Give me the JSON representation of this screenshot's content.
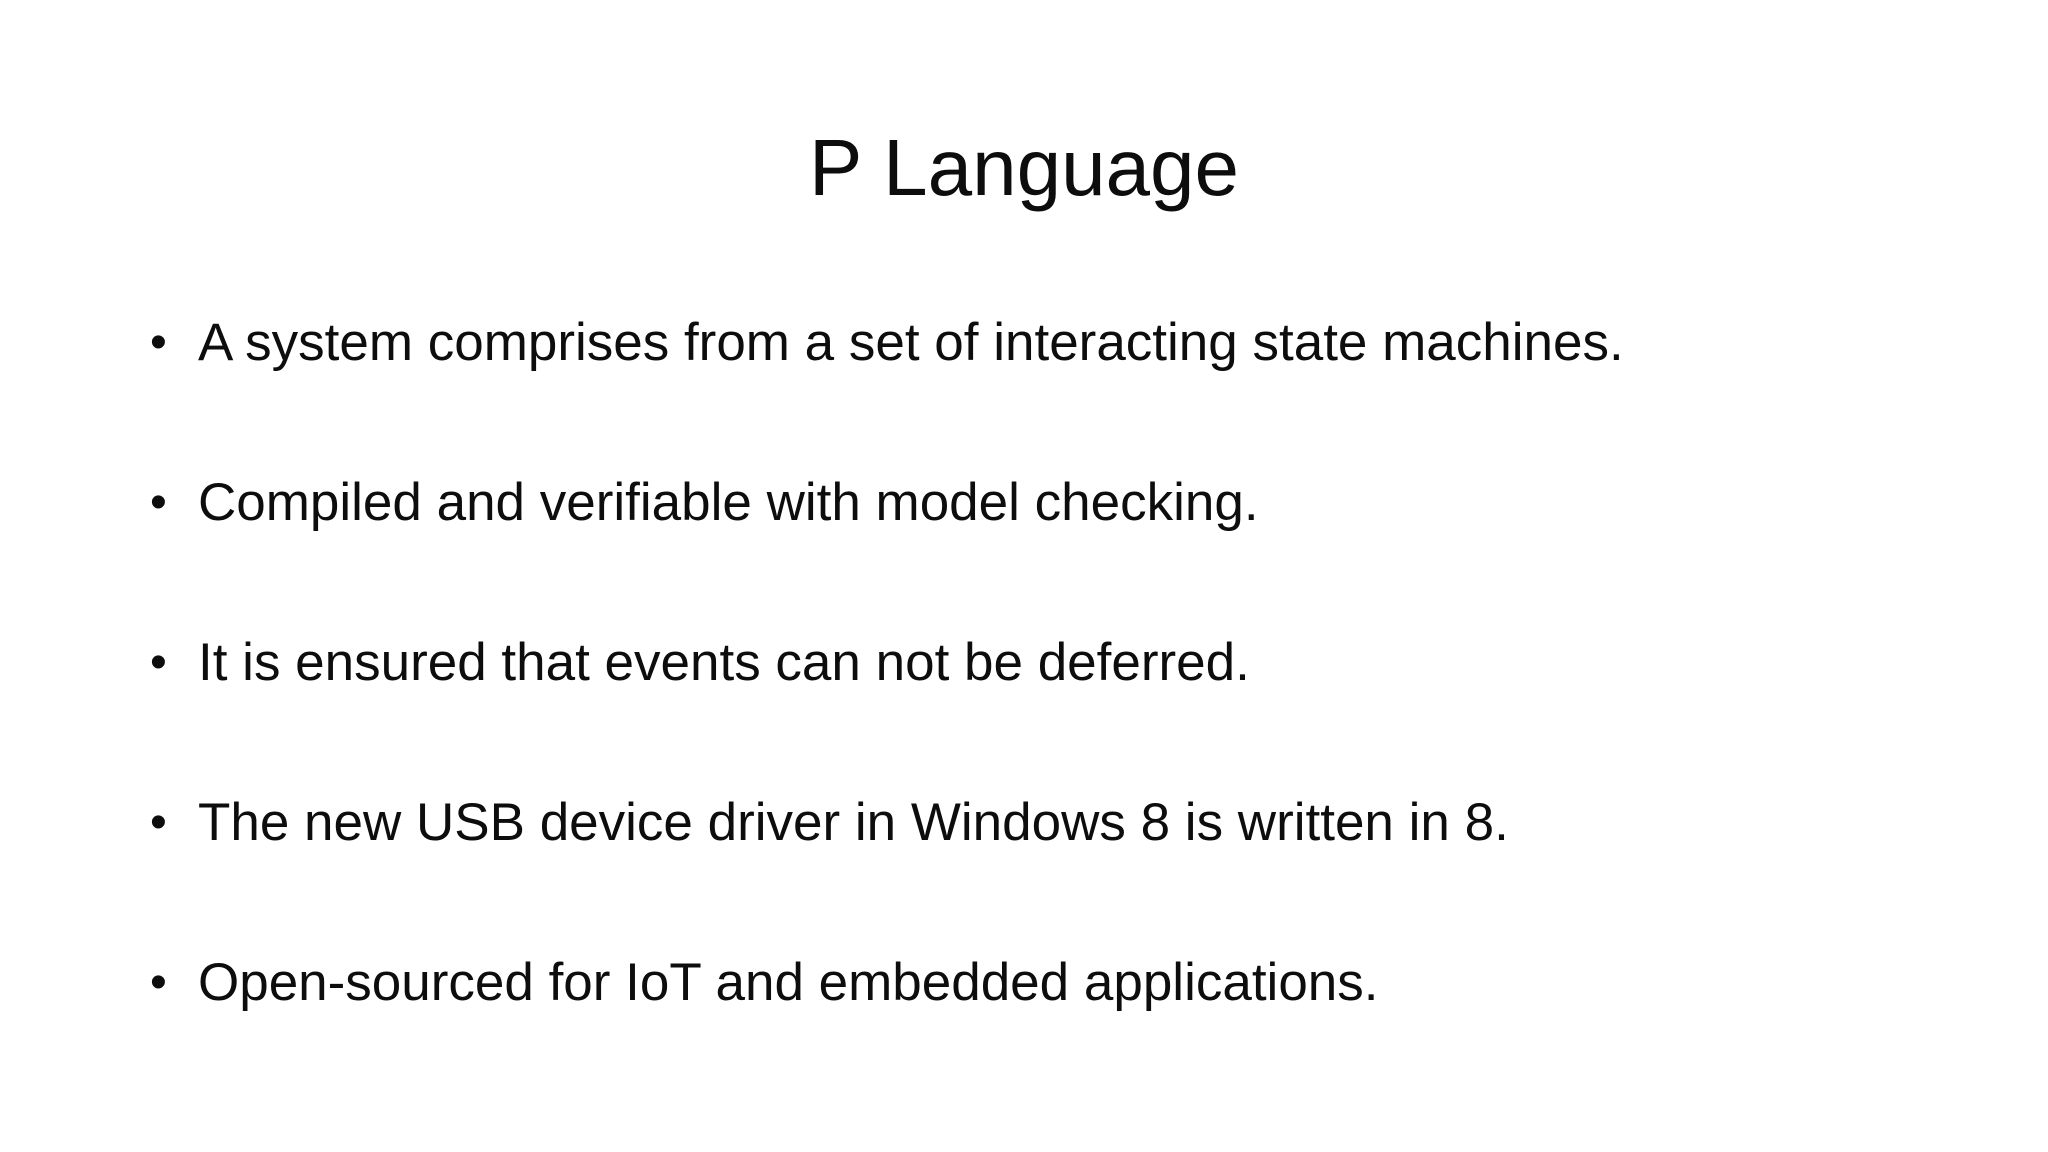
{
  "slide": {
    "title": "P Language",
    "bullet_char": "•",
    "bullets": [
      "A system comprises from a set of interacting state machines.",
      "Compiled and verifiable with model checking.",
      "It is ensured that events can not be deferred.",
      "The new USB device driver in Windows 8 is written in 8.",
      "Open-sourced for IoT and embedded applications."
    ],
    "colors": {
      "background": "#ffffff",
      "text": "#0d0d0d"
    }
  }
}
